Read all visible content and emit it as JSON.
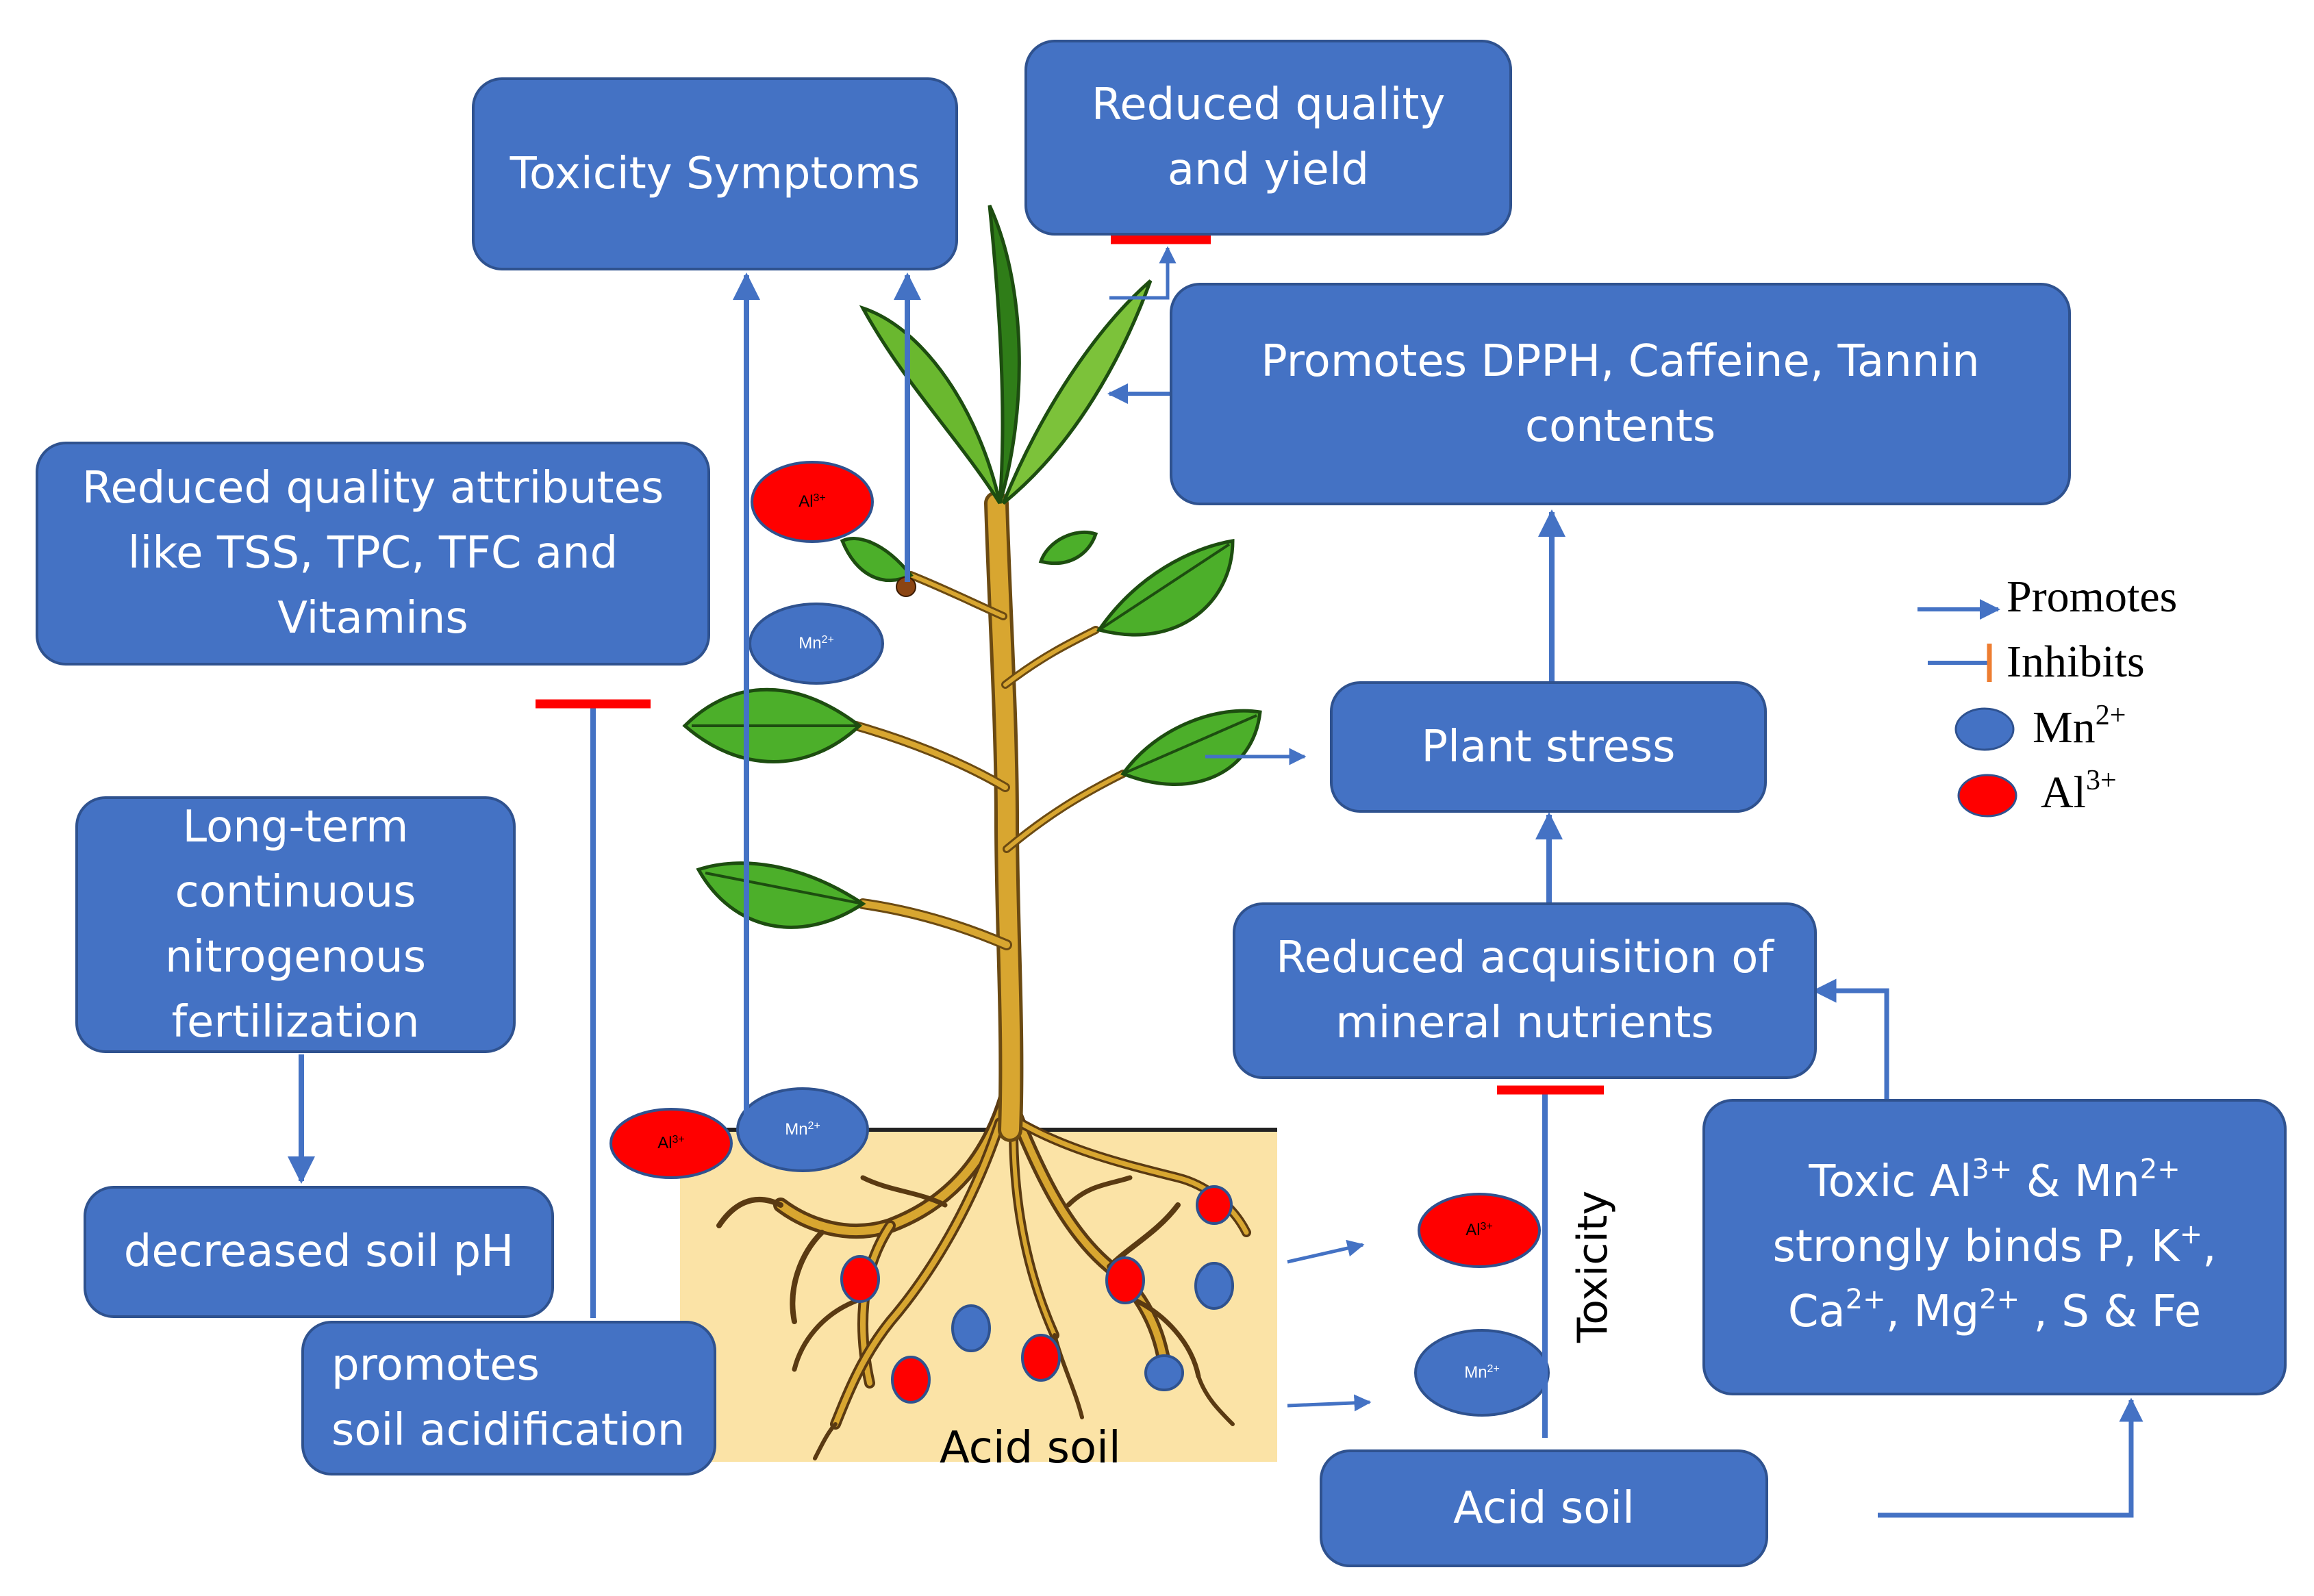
{
  "boxes": {
    "toxicity_symptoms": "Toxicity Symptoms",
    "reduced_quality_yield": [
      "Reduced quality",
      "and yield"
    ],
    "promotes_dpph": [
      "Promotes DPPH, Caffeine, Tannin",
      "contents"
    ],
    "reduced_quality_attributes": [
      "Reduced quality attributes",
      "like TSS, TPC, TFC and",
      "Vitamins"
    ],
    "long_term": [
      "Long-term",
      "continuous",
      "nitrogenous",
      "fertilization"
    ],
    "decreased_ph": "decreased soil pH",
    "promotes_acidification": [
      "promotes",
      "soil acidification"
    ],
    "plant_stress": "Plant stress",
    "reduced_acquisition": [
      "Reduced acquisition of",
      "mineral nutrients"
    ],
    "toxic_binds": {
      "line1_a": "Toxic Al",
      "line1_sup1": "3+",
      "line1_b": " & Mn",
      "line1_sup2": "2+",
      "line2_a": "strongly binds P, K",
      "line2_sup": "+",
      "line2_b": ",",
      "line3_a": "Ca",
      "line3_sup1": "2+",
      "line3_b": ", Mg",
      "line3_sup2": "2+",
      "line3_c": " , S & Fe"
    },
    "acid_soil_box": "Acid soil"
  },
  "labels": {
    "acid_soil_ground": "Acid soil",
    "toxicity": "Toxicity"
  },
  "ions": {
    "al_symbol": "Al",
    "al_charge": "3+",
    "mn_symbol": "Mn",
    "mn_charge": "2+"
  },
  "legend": {
    "promotes": "Promotes",
    "inhibits": "Inhibits",
    "mn_symbol": "Mn",
    "mn_charge": "2+",
    "al_symbol": "Al",
    "al_charge": "3+"
  },
  "colors": {
    "box_fill": "#4472c4",
    "box_border": "#2f528f",
    "arrow": "#4472c4",
    "inhibit_bar": "#ff0000",
    "al_ion": "#ff0000",
    "mn_ion": "#4472c4",
    "soil": "#fbe3a6",
    "leaf": "#4caf2a",
    "stem": "#d8a630"
  }
}
